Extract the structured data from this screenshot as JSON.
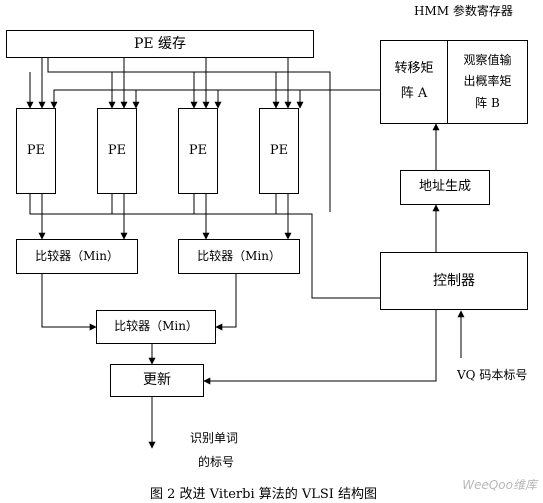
{
  "hmm_title": "HMM 参数寄存器",
  "pe_buffer": "PE 缓存",
  "transfer_matrix": [
    "转移矩",
    "阵 A"
  ],
  "obs_matrix": [
    "观察值输",
    "出概率矩",
    "阵 B"
  ],
  "pe_labels": [
    "PE",
    "PE",
    "PE",
    "PE"
  ],
  "comparator_1": "比较器（Min）",
  "comparator_2": "比较器（Min）",
  "comparator_3": "比较器（Min）",
  "address_gen": "地址生成",
  "controller": "控制器",
  "update": "更新",
  "vq_label": "VQ 码本标号",
  "output_label": [
    "识别单词",
    "的标号"
  ],
  "caption": "图 2  改进 Viterbi 算法的 VLSI 结构图",
  "watermark": "WeeQoo维库"
}
